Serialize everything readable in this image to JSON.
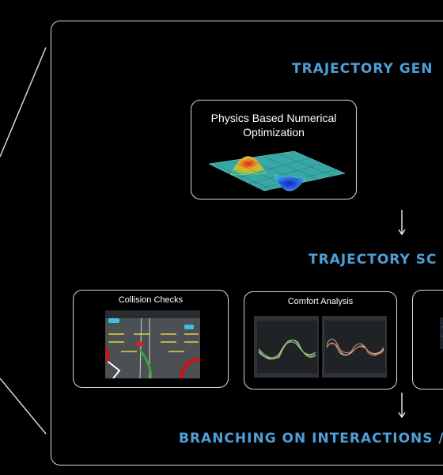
{
  "headings": {
    "generation": "TRAJECTORY GEN",
    "scoring": "TRAJECTORY SC",
    "branching": "BRANCHING ON INTERACTIONS /"
  },
  "cards": {
    "optimization": {
      "title_line1": "Physics Based Numerical",
      "title_line2": "Optimization"
    },
    "collision": {
      "title": "Collision Checks"
    },
    "comfort": {
      "title": "Comfort Analysis"
    }
  },
  "colors": {
    "heading": "#4f9fd8",
    "frame_border": "#d8d8d8",
    "background": "#000000"
  },
  "icons": [
    "down-arrow-icon",
    "surface-plot-icon"
  ]
}
